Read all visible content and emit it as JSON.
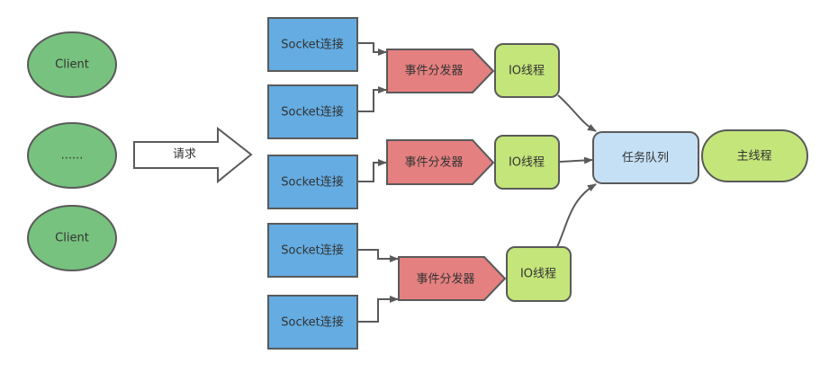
{
  "colors": {
    "client": "#77c27f",
    "socket": "#64ace2",
    "dispatcher": "#e58080",
    "io_thread": "#c4e57a",
    "task_queue": "#c5e0f5",
    "main_thread": "#c4e57a",
    "request_arrow": "#ffffff",
    "outline": "#5a5a5a"
  },
  "clients": [
    {
      "label": "Client"
    },
    {
      "label": "......"
    },
    {
      "label": "Client"
    }
  ],
  "request_arrow": {
    "label": "请求"
  },
  "sockets": [
    {
      "label": "Socket连接",
      "target": "dispatcher-1"
    },
    {
      "label": "Socket连接",
      "target": "dispatcher-1"
    },
    {
      "label": "Socket连接",
      "target": "dispatcher-2"
    },
    {
      "label": "Socket连接",
      "target": "dispatcher-3"
    },
    {
      "label": "Socket连接",
      "target": "dispatcher-3"
    }
  ],
  "dispatchers": [
    {
      "id": "dispatcher-1",
      "label": "事件分发器",
      "target": "io-thread-1"
    },
    {
      "id": "dispatcher-2",
      "label": "事件分发器",
      "target": "io-thread-2"
    },
    {
      "id": "dispatcher-3",
      "label": "事件分发器",
      "target": "io-thread-3"
    }
  ],
  "io_threads": [
    {
      "id": "io-thread-1",
      "label": "IO线程",
      "target": "task-queue"
    },
    {
      "id": "io-thread-2",
      "label": "IO线程",
      "target": "task-queue"
    },
    {
      "id": "io-thread-3",
      "label": "IO线程",
      "target": "task-queue"
    }
  ],
  "task_queue": {
    "id": "task-queue",
    "label": "任务队列"
  },
  "main_thread": {
    "label": "主线程"
  }
}
